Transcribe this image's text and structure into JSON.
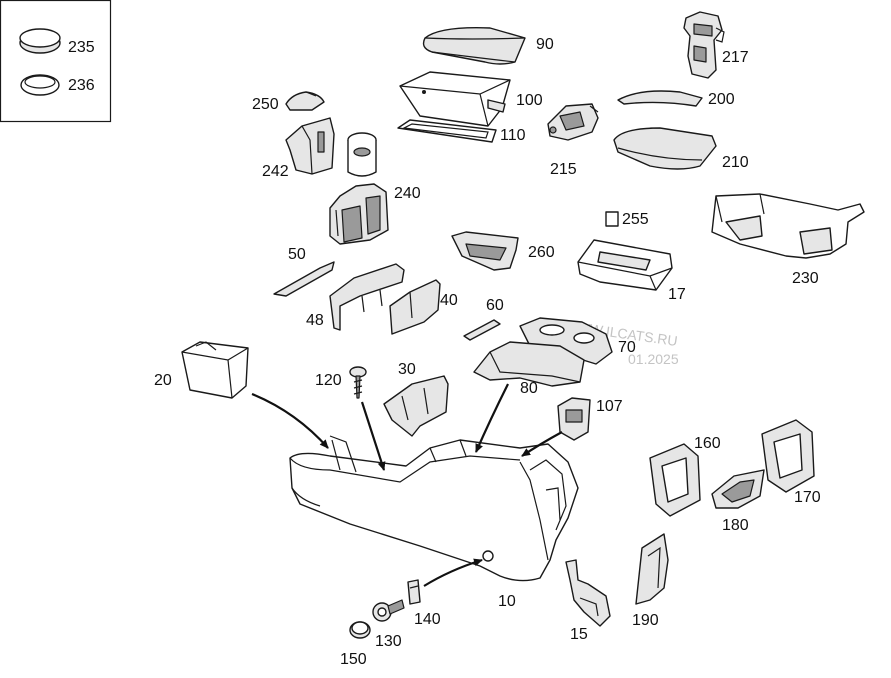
{
  "labels": {
    "p235": "235",
    "p236": "236",
    "p90": "90",
    "p100": "100",
    "p110": "110",
    "p217": "217",
    "p200": "200",
    "p210": "210",
    "p215": "215",
    "p250": "250",
    "p242": "242",
    "p240": "240",
    "p255": "255",
    "p230": "230",
    "p17": "17",
    "p50": "50",
    "p260": "260",
    "p48": "48",
    "p40": "40",
    "p60": "60",
    "p70": "70",
    "p20": "20",
    "p120": "120",
    "p30": "30",
    "p80": "80",
    "p107": "107",
    "p160": "160",
    "p170": "170",
    "p180": "180",
    "p10": "10",
    "p140": "140",
    "p130": "130",
    "p150": "150",
    "p15": "15",
    "p190": "190"
  },
  "watermark": {
    "line1": "WWW.ILCATS.RU",
    "line2": "01.2025"
  }
}
